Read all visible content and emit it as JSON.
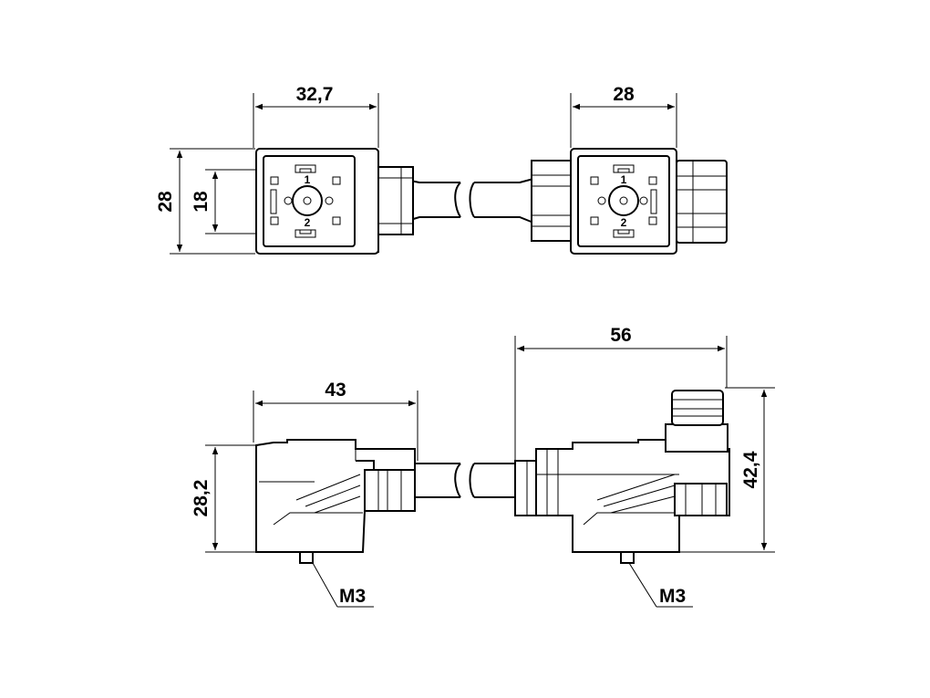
{
  "dimensions": {
    "top_left_width": "32,7",
    "top_left_height": "28",
    "top_left_inner": "18",
    "top_right_width": "28",
    "bottom_left_length": "43",
    "bottom_left_height": "28,2",
    "bottom_left_screw": "M3",
    "bottom_right_length": "56",
    "bottom_right_height": "42,4",
    "bottom_right_screw": "M3"
  },
  "pins": {
    "pin1": "1",
    "pin2": "2"
  }
}
